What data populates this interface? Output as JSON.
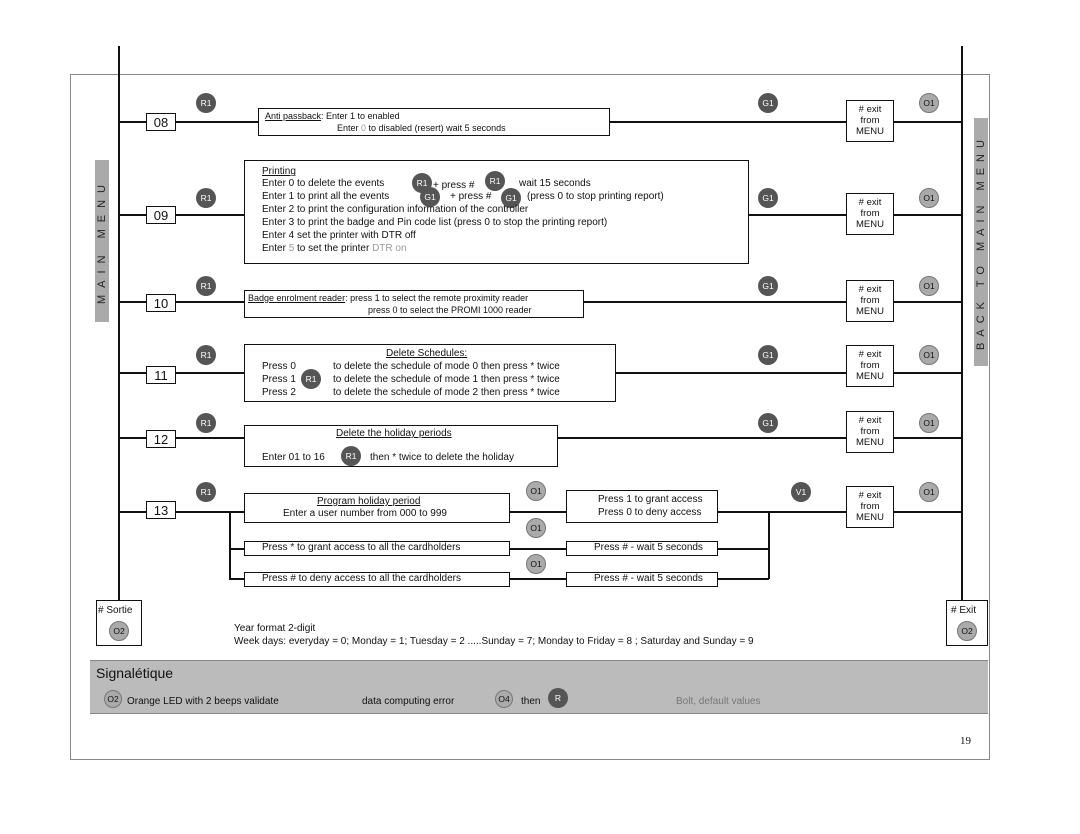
{
  "sidebar": {
    "left": "MAIN MENU",
    "right": "BACK TO MAIN MENU"
  },
  "row08": {
    "num": "08",
    "leds": {
      "r": "R1",
      "g": "G1",
      "o": "O1"
    },
    "l1_u": "Anti passback",
    "l1": ": Enter 1 to enabled",
    "l2a": "Enter ",
    "l2b": "0",
    "l2c": " to disabled (resert) wait 5 seconds"
  },
  "row09": {
    "num": "09",
    "leds": {
      "r": "R1",
      "g": "G1",
      "o": "O1"
    },
    "title": "Printing",
    "l1a": "Enter 0 to delete the events",
    "l1b": "+ press #",
    "l1c": "wait 15 seconds",
    "l2a": "Enter 1 to print all the events",
    "l2b": "+ press #",
    "l2c": "(press 0 to stop printing report)",
    "l3": "Enter 2 to print the configuration information of the controller",
    "l4": "Enter 3 to print the badge and Pin code list (press 0 to stop the printing report)",
    "l5": "Enter 4 set the printer with DTR off",
    "l6a": "Enter ",
    "l6b": "5",
    "l6c": " to set the printer ",
    "l6d": "DTR on",
    "inline": {
      "a": "R1",
      "b": "R1",
      "c": "G1",
      "d": "G1"
    }
  },
  "row10": {
    "num": "10",
    "leds": {
      "r": "R1",
      "g": "G1",
      "o": "O1"
    },
    "l1_u": "Badge enrolment reader",
    "l1": ": press 1 to select the remote proximity reader",
    "l2": "press 0 to select the PROMI 1000 reader"
  },
  "row11": {
    "num": "11",
    "leds": {
      "r": "R1",
      "g": "G1",
      "o": "O1"
    },
    "inline": "R1",
    "title": "Delete Schedules:",
    "p0": "Press 0",
    "p1": "Press 1",
    "p2": "Press 2",
    "d0": "to delete the schedule of mode 0 then press  * twice",
    "d1": "to delete the schedule of mode 1 then press  * twice",
    "d2": "to delete the schedule of mode 2 then press  * twice"
  },
  "row12": {
    "num": "12",
    "leds": {
      "r": "R1",
      "g": "G1",
      "o": "O1"
    },
    "inline": "R1",
    "title": "Delete the holiday periods",
    "l1": "Enter 01 to 16",
    "l2": "then * twice to delete the holiday"
  },
  "row13": {
    "num": "13",
    "leds": {
      "r": "R1",
      "v": "V1",
      "o": "O1",
      "o1a": "O1",
      "o1b": "O1",
      "o1c": "O1"
    },
    "title": "Program holiday period",
    "l1": "Enter a user number from 000 to 999",
    "grant1": "Press 1 to grant access",
    "grant2": "Press 0 to deny access",
    "allA": "Press * to grant access to all the cardholders",
    "allB": "Press # to deny access to all the cardholders",
    "wait1": "Press # - wait 5 seconds",
    "wait2": "Press # - wait 5 seconds"
  },
  "exit": {
    "l1": "# exit",
    "l2": "from",
    "l3": "MENU"
  },
  "sortie": {
    "label": "# Sortie",
    "led": "O2"
  },
  "exitRight": {
    "label": "# Exit",
    "led": "O2"
  },
  "notes": {
    "l1": "Year format 2-digit",
    "l2": "Week days: everyday = 0; Monday = 1;  Tuesday = 2 .....Sunday = 7;  Monday to Friday = 8 ; Saturday and Sunday = 9"
  },
  "signal": {
    "title": "Signalétique",
    "o2": "O2",
    "o2text": "Orange LED with 2 beeps validate",
    "err": "data computing error",
    "o4": "O4",
    "then": "then",
    "r": "R",
    "bolt": "Bolt, default values"
  },
  "page": "19"
}
